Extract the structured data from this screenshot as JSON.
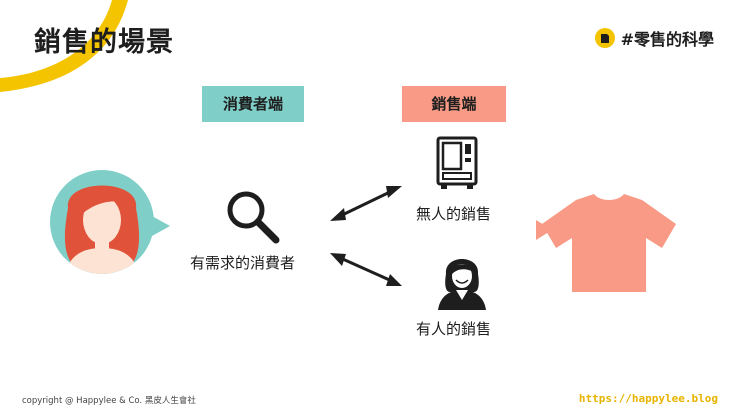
{
  "title": "銷售的場景",
  "hashtag": "#零售的科學",
  "columns": {
    "consumer": "消費者端",
    "seller": "銷售端"
  },
  "nodes": {
    "needy_consumer": "有需求的消費者",
    "unmanned_sale": "無人的銷售",
    "manned_sale": "有人的銷售"
  },
  "footer": {
    "copyright": "copyright @ Happylee & Co. 黑皮人生會社",
    "url": "https://happylee.blog"
  },
  "colors": {
    "yellow": "#f5c400",
    "teal": "#7fcfc8",
    "salmon": "#f89a85",
    "hair": "#e0533a",
    "skin": "#fde3d3",
    "dark": "#1e1e1e"
  }
}
